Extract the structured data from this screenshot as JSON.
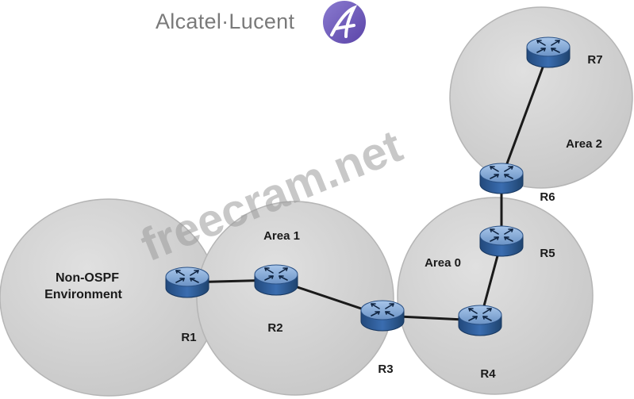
{
  "brand": {
    "name": "Alcatel·Lucent",
    "logo_icon": "alcatel-lucent-a-icon"
  },
  "watermark": "freecram.net",
  "areas": [
    {
      "id": "non-ospf",
      "label_line1": "Non-OSPF",
      "label_line2": "Environment"
    },
    {
      "id": "area-1",
      "label": "Area 1"
    },
    {
      "id": "area-0",
      "label": "Area 0"
    },
    {
      "id": "area-2",
      "label": "Area 2"
    }
  ],
  "routers": [
    {
      "id": "r1",
      "label": "R1"
    },
    {
      "id": "r2",
      "label": "R2"
    },
    {
      "id": "r3",
      "label": "R3"
    },
    {
      "id": "r4",
      "label": "R4"
    },
    {
      "id": "r5",
      "label": "R5"
    },
    {
      "id": "r6",
      "label": "R6"
    },
    {
      "id": "r7",
      "label": "R7"
    }
  ],
  "links": [
    [
      "r1",
      "r2"
    ],
    [
      "r2",
      "r3"
    ],
    [
      "r3",
      "r4"
    ],
    [
      "r4",
      "r5"
    ],
    [
      "r5",
      "r6"
    ],
    [
      "r6",
      "r7"
    ]
  ],
  "colors": {
    "area_fill": "#d4d4d4",
    "area_stroke": "#b5b5b5",
    "router_top": "#7fa6d6",
    "router_side": "#2e5f9c",
    "link": "#1a1a1a"
  }
}
